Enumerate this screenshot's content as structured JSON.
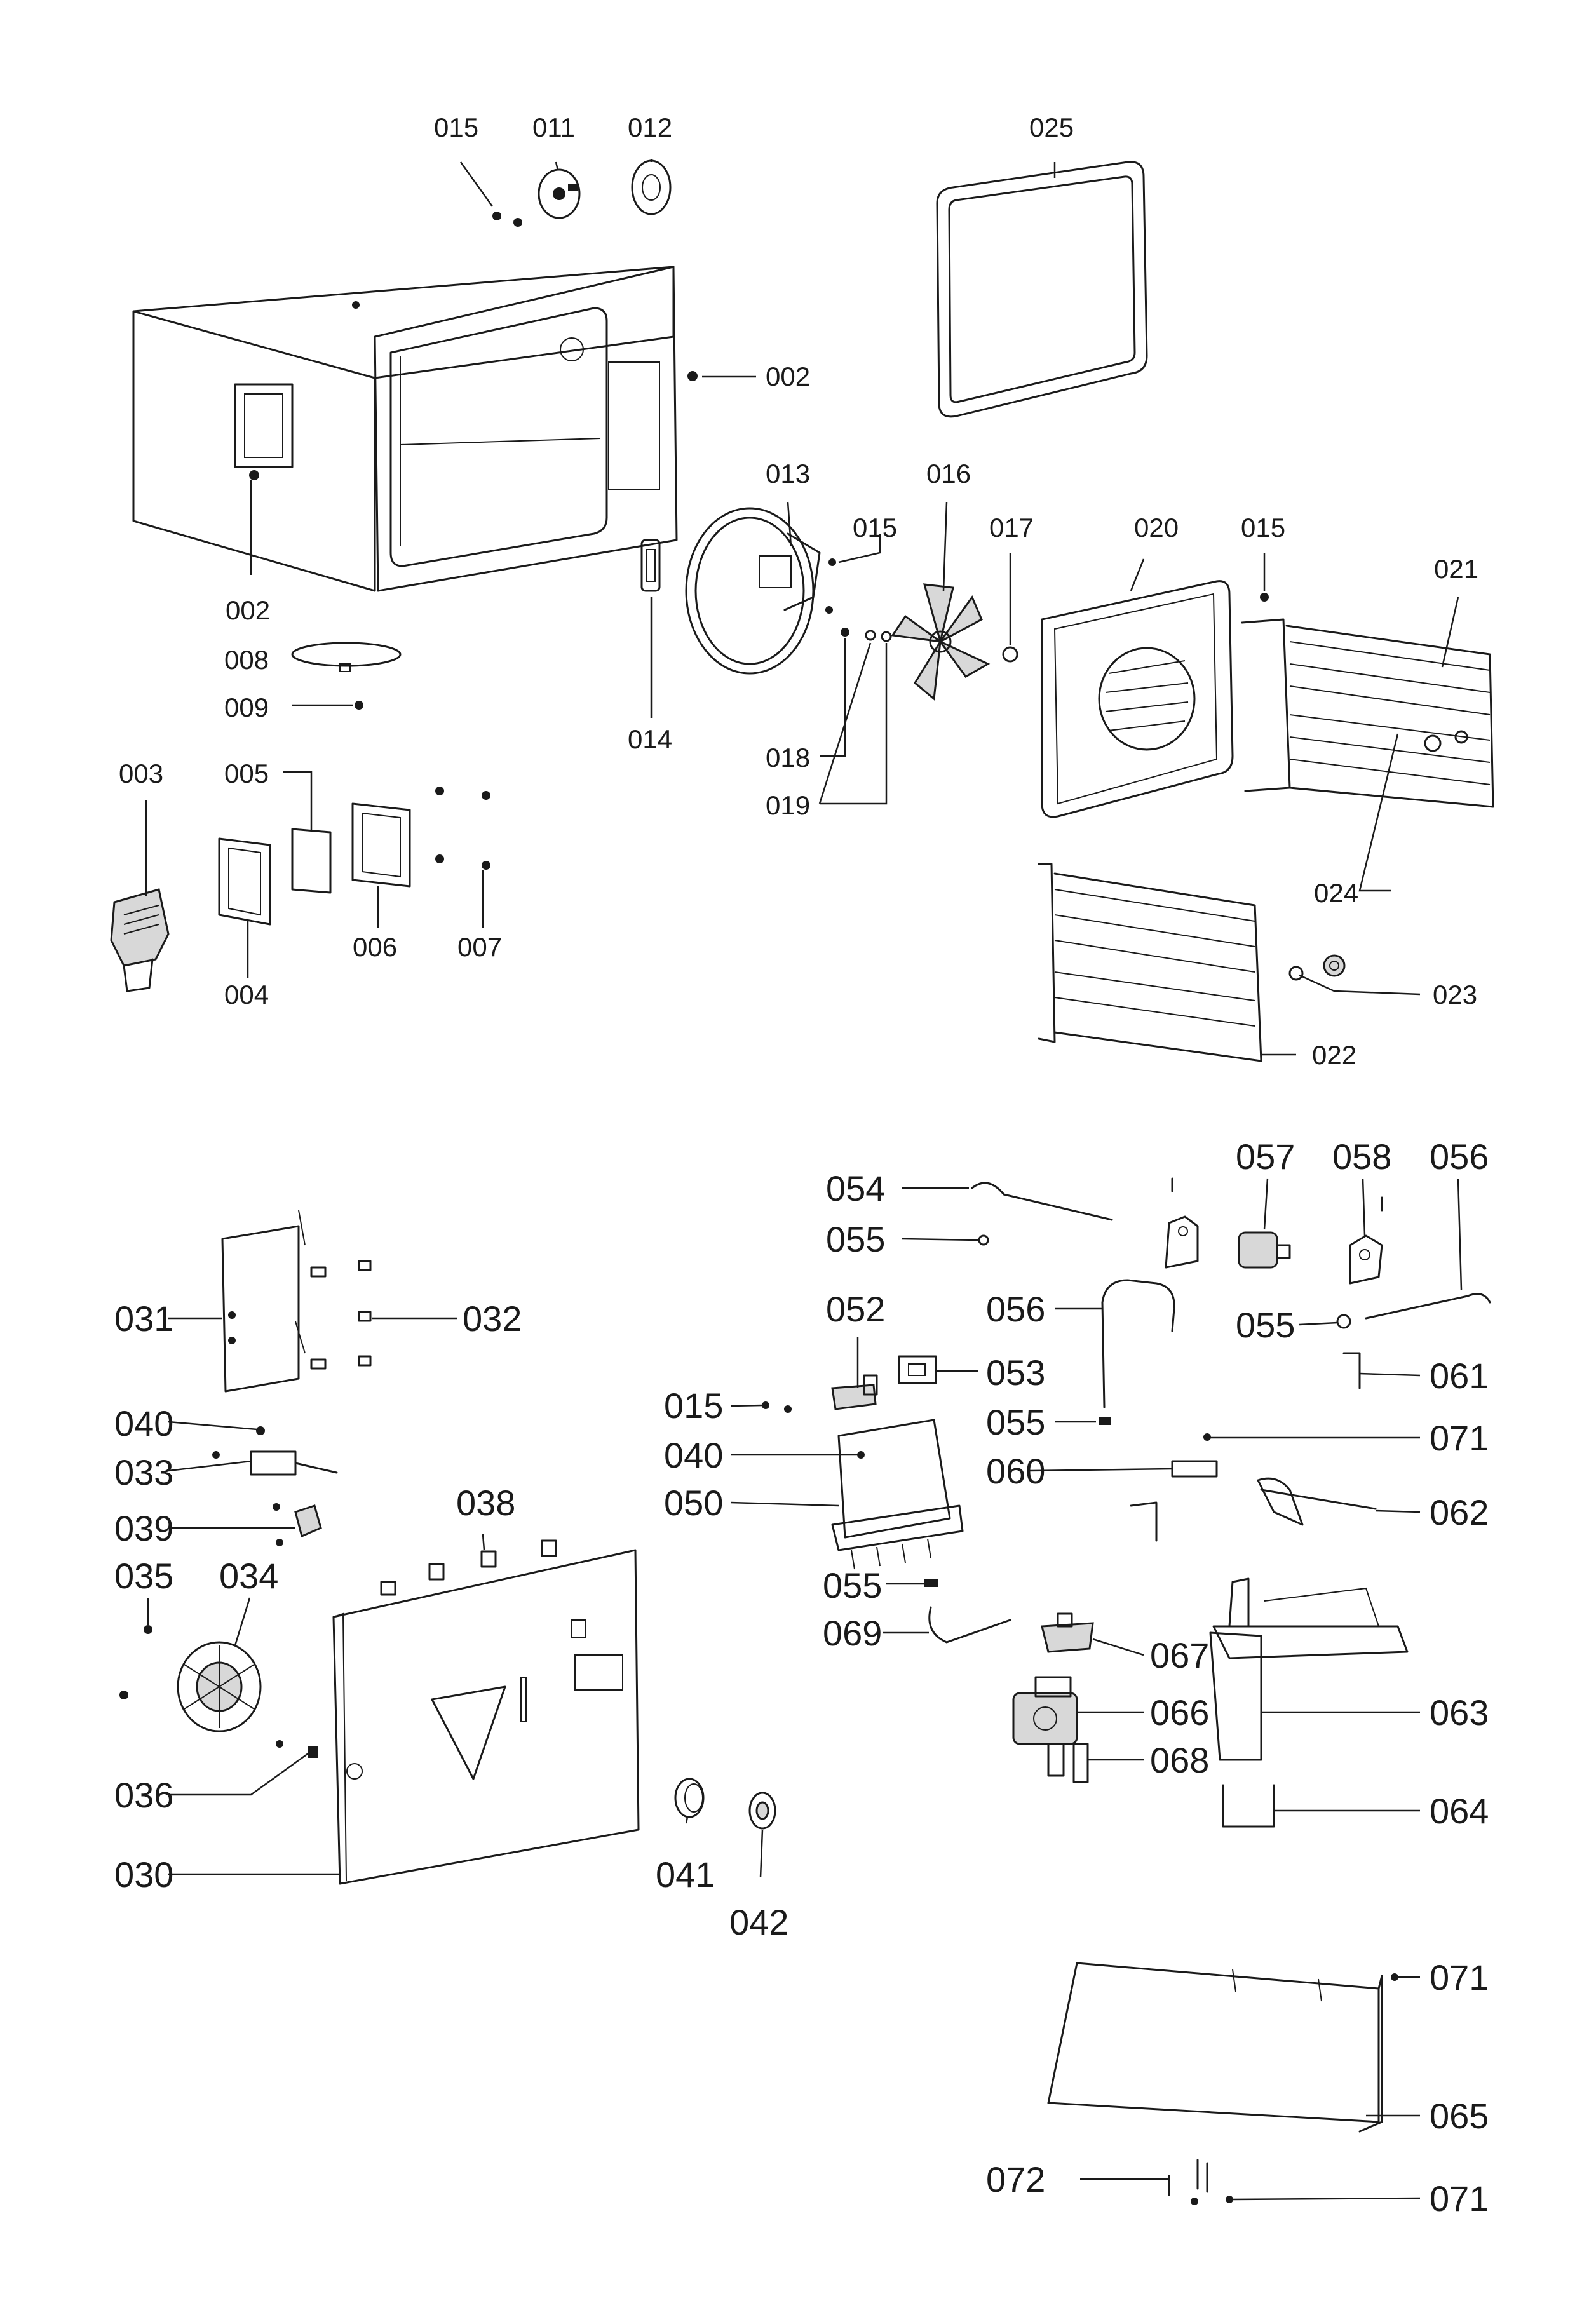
{
  "diagram": {
    "labels": {
      "p015a": "015",
      "p011": "011",
      "p012": "012",
      "p025": "025",
      "p002a": "002",
      "p002b": "002",
      "p013": "013",
      "p016": "016",
      "p015b": "015",
      "p017": "017",
      "p020": "020",
      "p015c": "015",
      "p021": "021",
      "p008": "008",
      "p009": "009",
      "p014": "014",
      "p018": "018",
      "p019": "019",
      "p003": "003",
      "p005": "005",
      "p004": "004",
      "p006": "006",
      "p007": "007",
      "p024": "024",
      "p023": "023",
      "p022": "022",
      "p054": "054",
      "p055a": "055",
      "p057": "057",
      "p058": "058",
      "p056a": "056",
      "p031": "031",
      "p032": "032",
      "p052": "052",
      "p056b": "056",
      "p055b": "055",
      "p053": "053",
      "p061": "061",
      "p015d": "015",
      "p040a": "040",
      "p055c": "055",
      "p071a": "071",
      "p033": "033",
      "p040b": "040",
      "p060": "060",
      "p039": "039",
      "p038": "038",
      "p050": "050",
      "p062": "062",
      "p035": "035",
      "p034": "034",
      "p055d": "055",
      "p069": "069",
      "p067": "067",
      "p066": "066",
      "p063": "063",
      "p068": "068",
      "p036": "036",
      "p064": "064",
      "p030": "030",
      "p041": "041",
      "p042": "042",
      "p071b": "071",
      "p065": "065",
      "p072": "072",
      "p071c": "071"
    }
  }
}
